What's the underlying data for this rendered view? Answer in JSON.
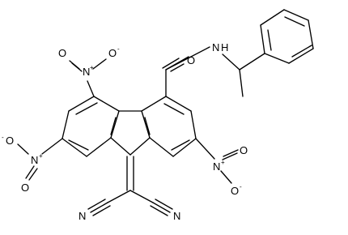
{
  "molecule": {
    "atoms": {
      "nitro_left_top": {
        "n": "N",
        "charge": "+",
        "o1": "O",
        "o1_charge": "-",
        "o2": "O"
      },
      "nitro_left_bottom": {
        "n": "N",
        "charge": "+",
        "o1": "O",
        "o1_charge": "-",
        "o2": "O"
      },
      "nitro_right": {
        "n": "N",
        "charge": "+",
        "o1": "O",
        "o1_charge": "-",
        "o2": "O"
      },
      "amide": {
        "o": "O",
        "n": "N",
        "h": "H"
      },
      "nitrile_left": "N",
      "nitrile_right": "N"
    }
  }
}
